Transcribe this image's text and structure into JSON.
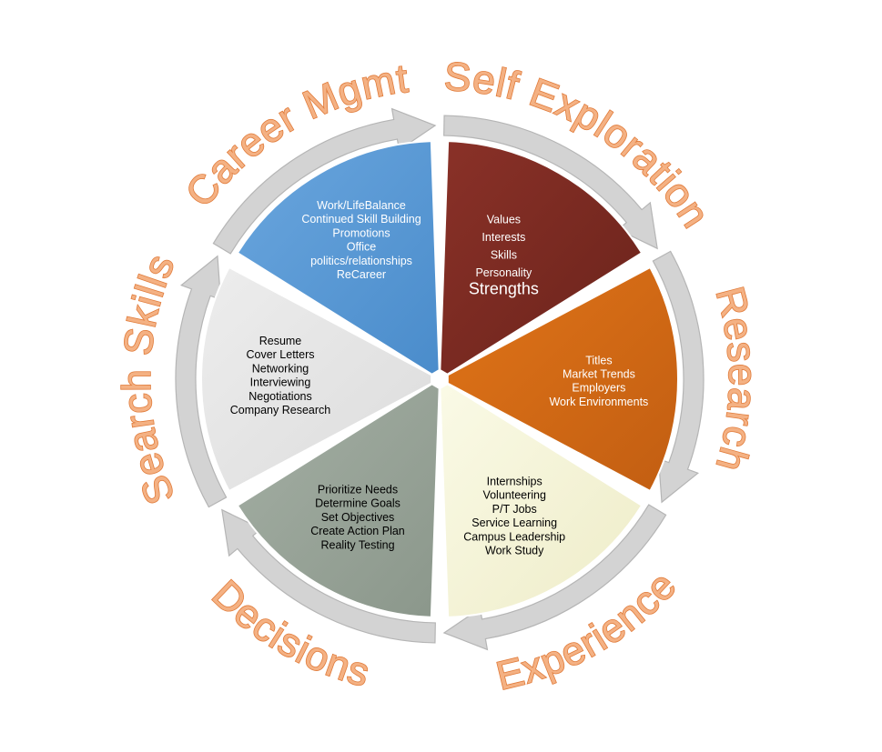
{
  "segments": [
    {
      "id": "self-exploration",
      "title": "Self Exploration",
      "color": "#7b2b22",
      "text_color": "#ffffff",
      "items": [
        "Values",
        "Interests",
        "Skills",
        "Personality",
        "Strengths"
      ]
    },
    {
      "id": "research",
      "title": "Research",
      "color": "#d46a16",
      "text_color": "#ffffff",
      "items": [
        "Titles",
        "Market Trends",
        "Employers",
        "Work Environments"
      ]
    },
    {
      "id": "experience",
      "title": "Experience",
      "color": "#f5f4d6",
      "text_color": "#000000",
      "items": [
        "Internships",
        "Volunteering",
        "P/T Jobs",
        "Service Learning",
        "Campus Leadership",
        "Work Study"
      ]
    },
    {
      "id": "decisions",
      "title": "Decisions",
      "color": "#9aa69a",
      "text_color": "#000000",
      "items": [
        "Prioritize Needs",
        "Determine Goals",
        "Set Objectives",
        "Create Action Plan",
        "Reality Testing"
      ]
    },
    {
      "id": "search-skills",
      "title": "Search Skills",
      "color": "#e4e4e4",
      "text_color": "#000000",
      "items": [
        "Resume",
        "Cover Letters",
        "Networking",
        "Interviewing",
        "Negotiations",
        "Company Research"
      ]
    },
    {
      "id": "career-mgmt",
      "title": "Career Mgmt",
      "color": "#5b9bd5",
      "text_color": "#ffffff",
      "items": [
        "Work/LifeBalance",
        "Continued Skill Building",
        "Promotions",
        "Office",
        "politics/relationships",
        "ReCareer"
      ]
    }
  ],
  "colors": {
    "arrow": "#d3d3d3",
    "arrow_edge": "#b5b5b5",
    "title_fill": "#f4b183",
    "title_stroke": "#e07b3a"
  }
}
